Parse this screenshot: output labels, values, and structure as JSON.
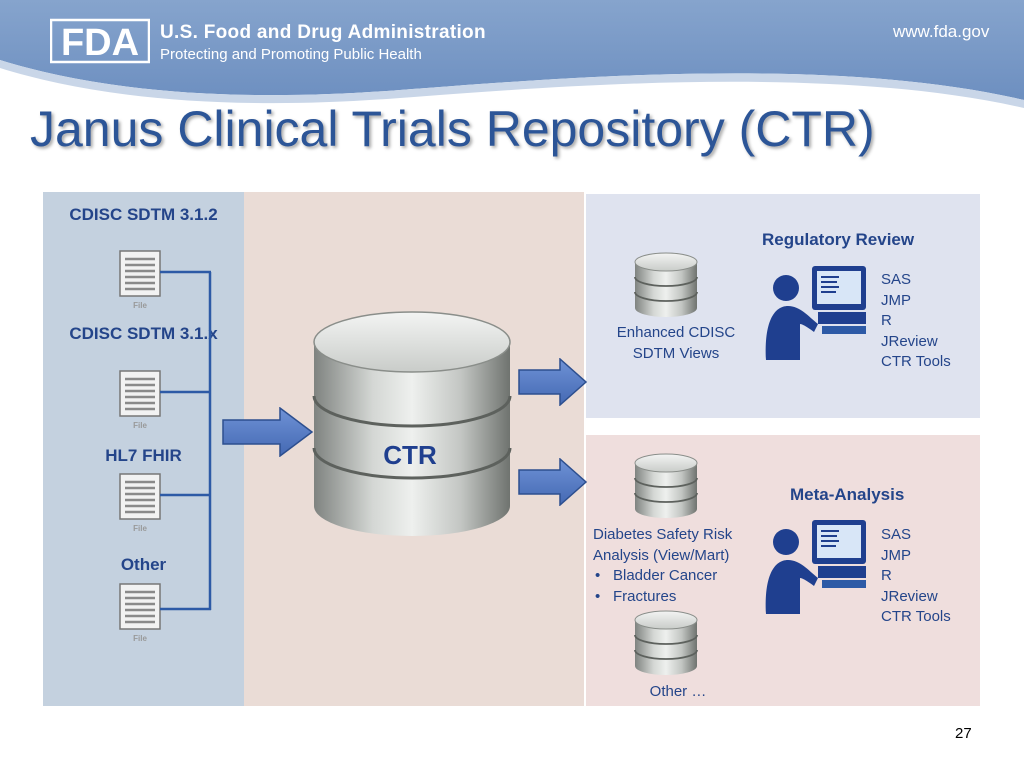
{
  "header": {
    "org_name": "U.S. Food and Drug Administration",
    "tagline": "Protecting and Promoting Public Health",
    "website": "www.fda.gov",
    "logo_text": "FDA"
  },
  "title": "Janus Clinical Trials Repository (CTR)",
  "sources": [
    {
      "label": "CDISC SDTM 3.1.2",
      "icon": "file-icon",
      "icon_caption": "File"
    },
    {
      "label": "CDISC SDTM 3.1.x",
      "icon": "file-icon",
      "icon_caption": "File"
    },
    {
      "label": "HL7 FHIR",
      "icon": "file-icon",
      "icon_caption": "File"
    },
    {
      "label": "Other",
      "icon": "file-icon",
      "icon_caption": "File"
    }
  ],
  "repository": {
    "label": "CTR",
    "icon": "database-icon"
  },
  "regulatory": {
    "heading": "Regulatory Review",
    "view_label": "Enhanced CDISC SDTM Views",
    "tools": [
      "SAS",
      "JMP",
      "R",
      "JReview",
      "CTR Tools"
    ]
  },
  "meta": {
    "heading": "Meta-Analysis",
    "view_title": "Diabetes Safety Risk Analysis (View/Mart)",
    "view_items": [
      "Bladder Cancer",
      "Fractures"
    ],
    "other_label": "Other …",
    "tools": [
      "SAS",
      "JMP",
      "R",
      "JReview",
      "CTR Tools"
    ]
  },
  "page_number": "27",
  "colors": {
    "banner": "#7b9cc8",
    "title": "#2c5597",
    "label": "#24458a",
    "arrow": "#4f74c0",
    "connector": "#2d5aa6"
  }
}
